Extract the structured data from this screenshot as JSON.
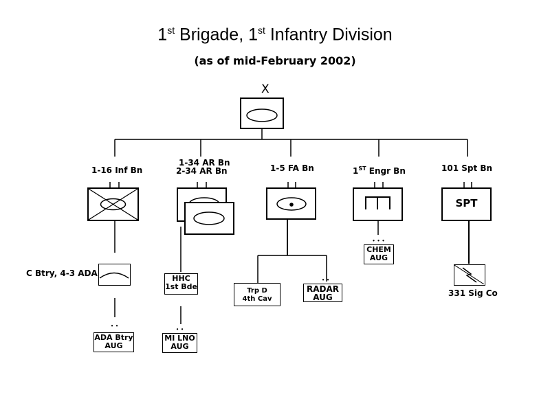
{
  "title": {
    "main_a": "1",
    "sup_a": "st",
    "main_b": " Brigade, 1",
    "sup_b": "st",
    "main_c": " Infantry Division"
  },
  "subtitle": "(as of mid-February 2002)",
  "brigade_echelon": "X",
  "battalions": [
    {
      "label": "1-16 Inf Bn"
    },
    {
      "label_line1": "1-34 AR Bn",
      "label_line2": "2-34 AR Bn"
    },
    {
      "label": "1-5 FA Bn"
    },
    {
      "label_a": "1",
      "label_sup": "ST",
      "label_b": " Engr Bn"
    },
    {
      "label": "101 Spt Bn",
      "symbol_text": "SPT"
    }
  ],
  "attachments": {
    "c_btry": "C Btry, 4-3 ADA",
    "ada_aug_line1": "ADA Btry",
    "ada_aug_line2": "AUG",
    "hhc_line1": "HHC",
    "hhc_line2": "1st Bde",
    "mi_line1": "MI LNO",
    "mi_line2": "AUG",
    "trp_line1": "Trp D",
    "trp_line2": "4th Cav",
    "radar_line1": "RADAR",
    "radar_line2": "AUG",
    "chem_line1": "CHEM",
    "chem_line2": "AUG",
    "sig": "331 Sig Co",
    "dots_two": "• •",
    "dots_three": "• • •"
  }
}
